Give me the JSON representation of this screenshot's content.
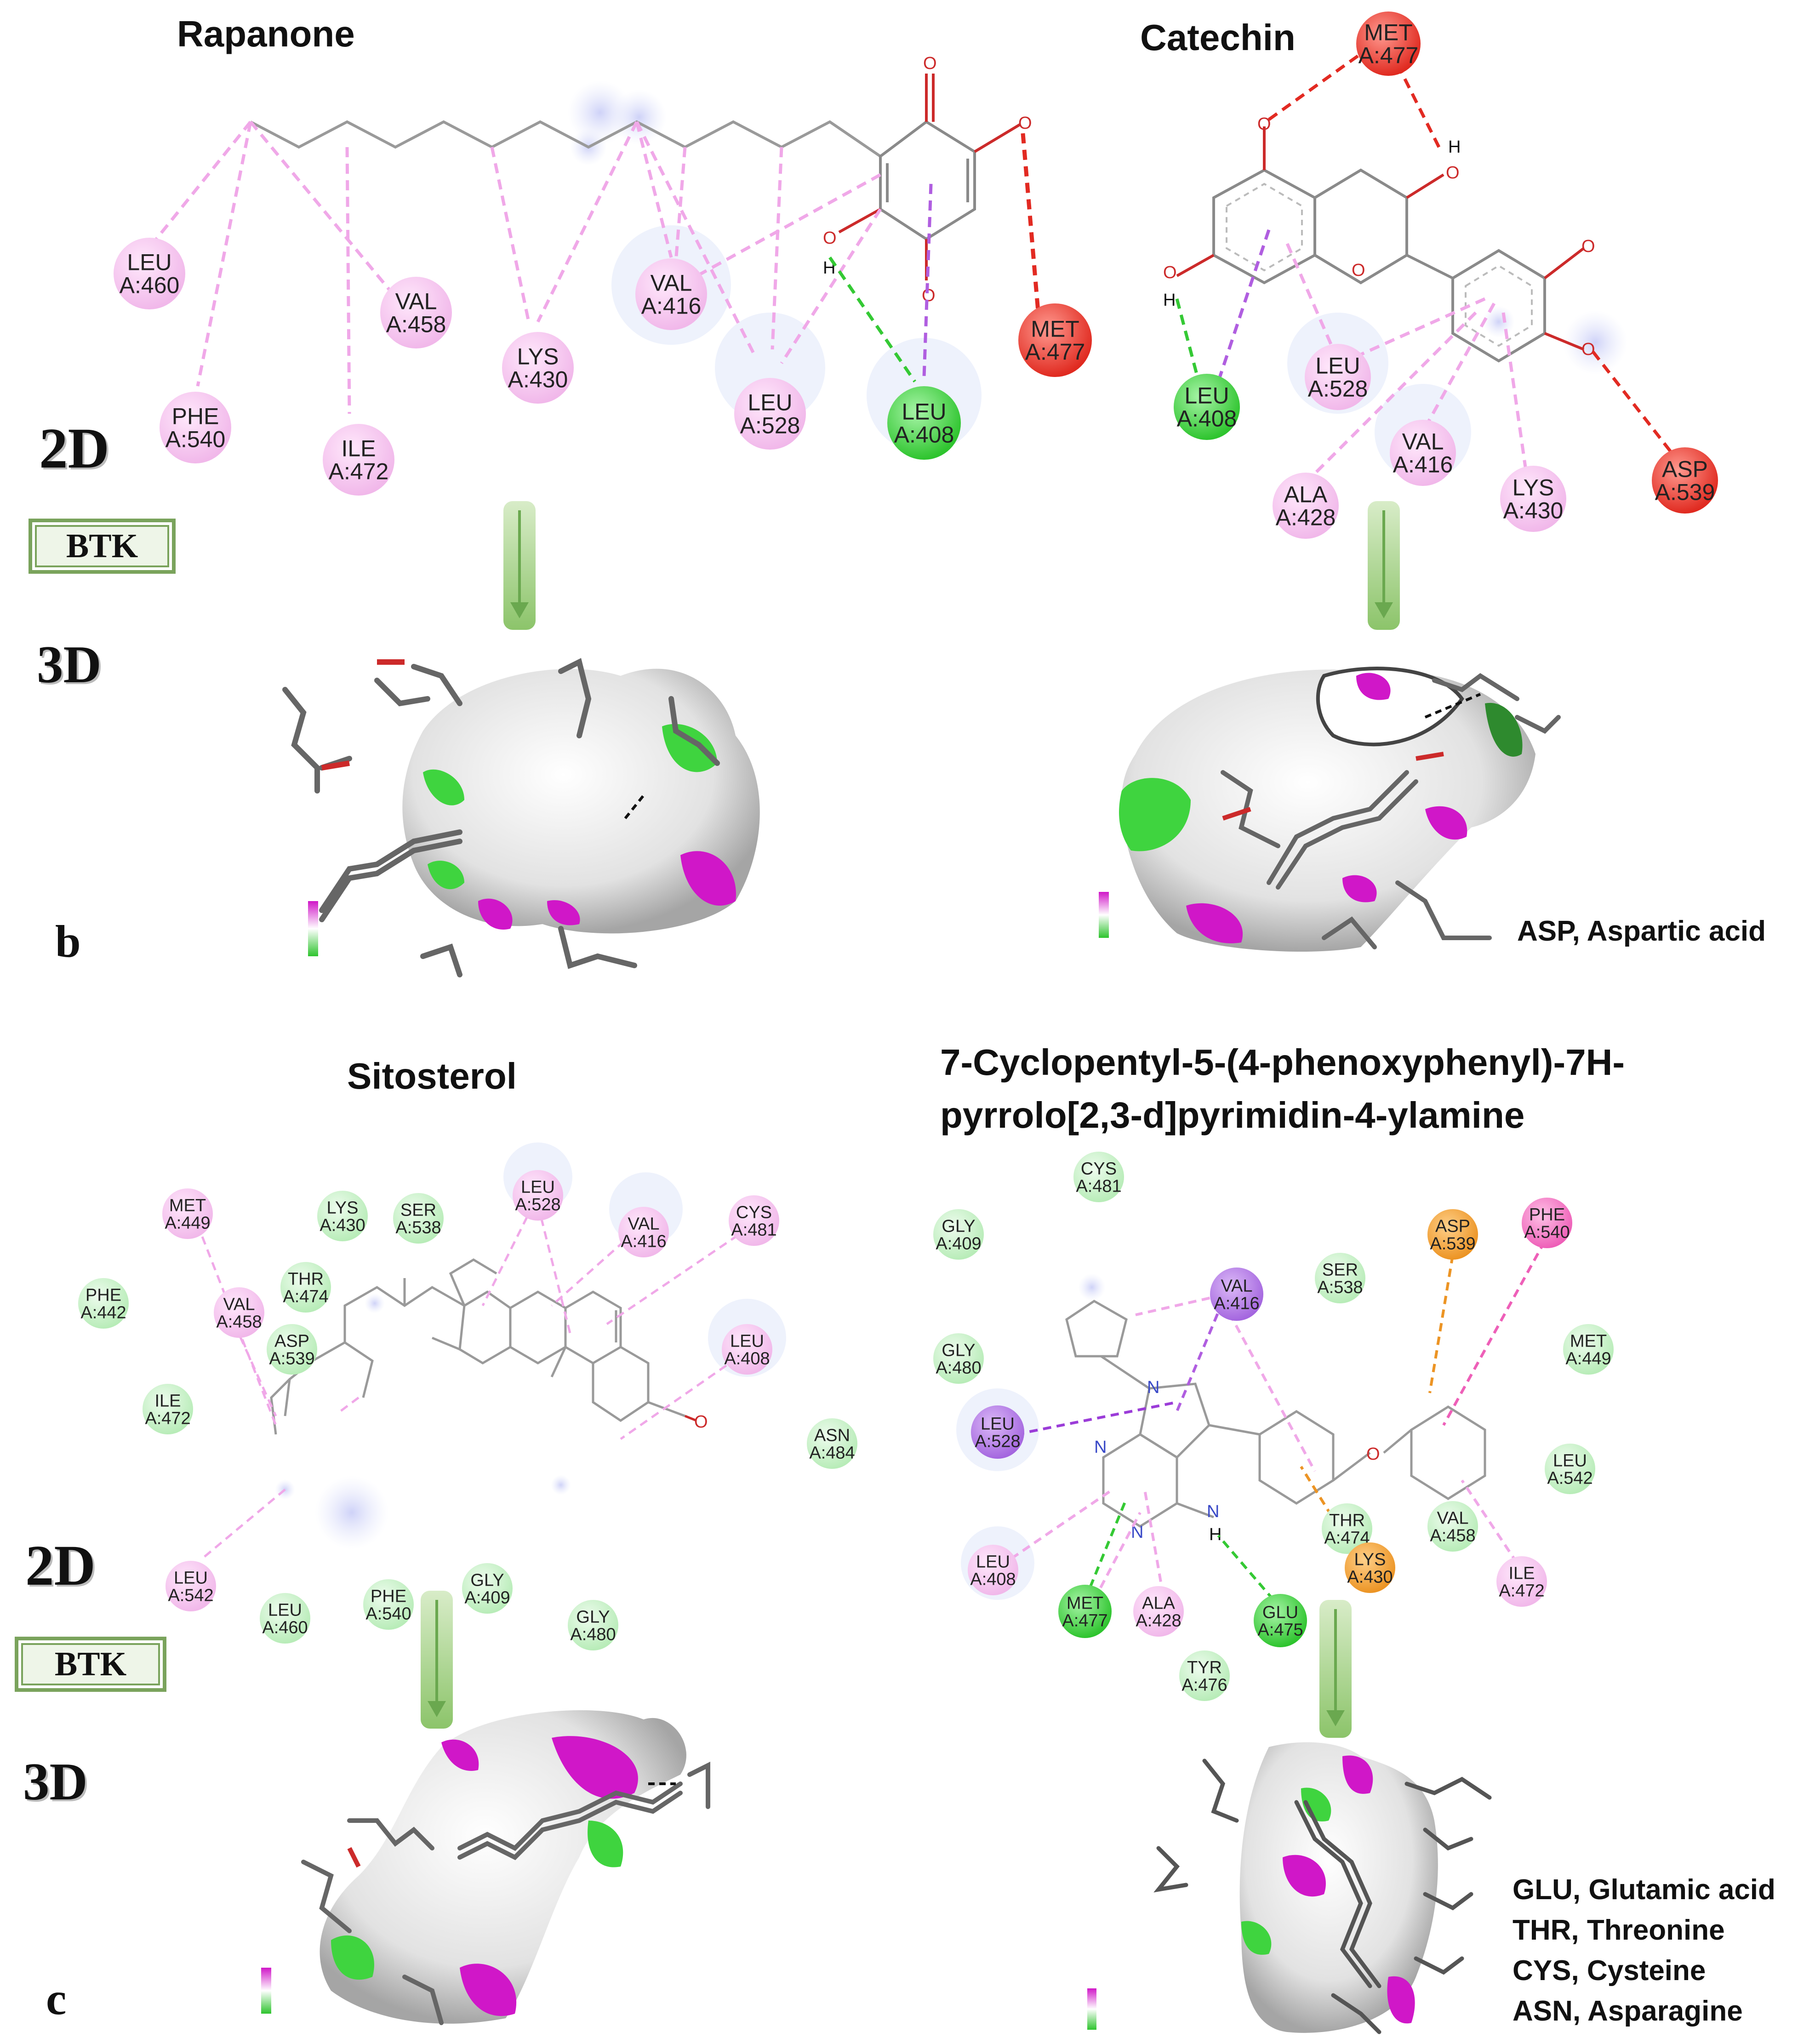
{
  "titles": {
    "rapanone": "Rapanone",
    "catechin": "Catechin",
    "sitosterol": "Sitosterol",
    "compound_line1": "7-Cyclopentyl-5-(4-phenoxyphenyl)-7H-",
    "compound_line2": "pyrrolo[2,3-d]pyrimidin-4-ylamine"
  },
  "labels": {
    "d2": "2D",
    "d3": "3D",
    "btk": "BTK",
    "panel_b": "b",
    "panel_c": "c"
  },
  "abbreviations_b": [
    "ASP, Aspartic acid"
  ],
  "abbreviations_c": [
    "GLU, Glutamic acid",
    "THR, Threonine",
    "CYS, Cysteine",
    "ASN, Asparagine"
  ],
  "residues": {
    "rapanone": [
      {
        "id": "LEU",
        "num": "A:460",
        "type": "pink"
      },
      {
        "id": "PHE",
        "num": "A:540",
        "type": "pink"
      },
      {
        "id": "VAL",
        "num": "A:458",
        "type": "pink"
      },
      {
        "id": "ILE",
        "num": "A:472",
        "type": "pink"
      },
      {
        "id": "LYS",
        "num": "A:430",
        "type": "pink"
      },
      {
        "id": "VAL",
        "num": "A:416",
        "type": "pink"
      },
      {
        "id": "LEU",
        "num": "A:528",
        "type": "pink"
      },
      {
        "id": "LEU",
        "num": "A:408",
        "type": "green"
      },
      {
        "id": "MET",
        "num": "A:477",
        "type": "red"
      }
    ],
    "catechin": [
      {
        "id": "MET",
        "num": "A:477",
        "type": "red"
      },
      {
        "id": "LEU",
        "num": "A:408",
        "type": "green"
      },
      {
        "id": "LEU",
        "num": "A:528",
        "type": "pink"
      },
      {
        "id": "VAL",
        "num": "A:416",
        "type": "pink"
      },
      {
        "id": "ALA",
        "num": "A:428",
        "type": "pink"
      },
      {
        "id": "LYS",
        "num": "A:430",
        "type": "pink"
      },
      {
        "id": "ASP",
        "num": "A:539",
        "type": "red"
      }
    ],
    "sitosterol": [
      {
        "id": "MET",
        "num": "A:449",
        "type": "pink"
      },
      {
        "id": "LYS",
        "num": "A:430",
        "type": "lightgreen"
      },
      {
        "id": "SER",
        "num": "A:538",
        "type": "lightgreen"
      },
      {
        "id": "LEU",
        "num": "A:528",
        "type": "pink"
      },
      {
        "id": "VAL",
        "num": "A:416",
        "type": "pink"
      },
      {
        "id": "CYS",
        "num": "A:481",
        "type": "pink"
      },
      {
        "id": "PHE",
        "num": "A:442",
        "type": "lightgreen"
      },
      {
        "id": "THR",
        "num": "A:474",
        "type": "lightgreen"
      },
      {
        "id": "VAL",
        "num": "A:458",
        "type": "pink"
      },
      {
        "id": "ASP",
        "num": "A:539",
        "type": "lightgreen"
      },
      {
        "id": "LEU",
        "num": "A:408",
        "type": "pink"
      },
      {
        "id": "ILE",
        "num": "A:472",
        "type": "lightgreen"
      },
      {
        "id": "ASN",
        "num": "A:484",
        "type": "lightgreen"
      },
      {
        "id": "LEU",
        "num": "A:542",
        "type": "pink"
      },
      {
        "id": "LEU",
        "num": "A:460",
        "type": "lightgreen"
      },
      {
        "id": "PHE",
        "num": "A:540",
        "type": "lightgreen"
      },
      {
        "id": "GLY",
        "num": "A:409",
        "type": "lightgreen"
      },
      {
        "id": "GLY",
        "num": "A:480",
        "type": "lightgreen"
      }
    ],
    "compound": [
      {
        "id": "CYS",
        "num": "A:481",
        "type": "lightgreen"
      },
      {
        "id": "GLY",
        "num": "A:409",
        "type": "lightgreen"
      },
      {
        "id": "ASP",
        "num": "A:539",
        "type": "orange"
      },
      {
        "id": "PHE",
        "num": "A:540",
        "type": "hotpink"
      },
      {
        "id": "VAL",
        "num": "A:416",
        "type": "purple"
      },
      {
        "id": "SER",
        "num": "A:538",
        "type": "lightgreen"
      },
      {
        "id": "GLY",
        "num": "A:480",
        "type": "lightgreen"
      },
      {
        "id": "MET",
        "num": "A:449",
        "type": "lightgreen"
      },
      {
        "id": "LEU",
        "num": "A:528",
        "type": "purple"
      },
      {
        "id": "LEU",
        "num": "A:542",
        "type": "lightgreen"
      },
      {
        "id": "THR",
        "num": "A:474",
        "type": "lightgreen"
      },
      {
        "id": "VAL",
        "num": "A:458",
        "type": "lightgreen"
      },
      {
        "id": "LYS",
        "num": "A:430",
        "type": "orange"
      },
      {
        "id": "ILE",
        "num": "A:472",
        "type": "pink"
      },
      {
        "id": "LEU",
        "num": "A:408",
        "type": "pink"
      },
      {
        "id": "MET",
        "num": "A:477",
        "type": "green"
      },
      {
        "id": "ALA",
        "num": "A:428",
        "type": "pink"
      },
      {
        "id": "GLU",
        "num": "A:475",
        "type": "green"
      },
      {
        "id": "TYR",
        "num": "A:476",
        "type": "lightgreen"
      }
    ]
  },
  "atoms": {
    "O": "O",
    "H": "H",
    "N": "N"
  },
  "colors": {
    "pink": "#f5c6ef",
    "green": "#3fd43f",
    "red": "#ee3b2f",
    "lightgreen": "#c9f2c9",
    "orange": "#f2a33a",
    "purple": "#b77fe6",
    "hotpink": "#f27fc8",
    "arrow": "#7bb55a",
    "magenta": "#d017c8"
  }
}
